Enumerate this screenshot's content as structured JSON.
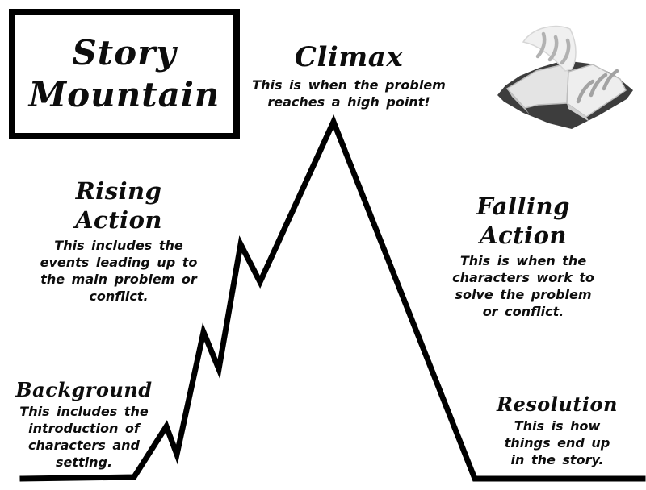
{
  "title": {
    "line1": "Story",
    "line2": "Mountain"
  },
  "sections": {
    "climax": {
      "heading": "Climax",
      "lines": [
        "This is when the problem",
        "reaches a high point!"
      ]
    },
    "rising_action": {
      "heading_line1": "Rising",
      "heading_line2": "Action",
      "lines": [
        "This includes the",
        "events leading up to",
        "the main problem or",
        "conflict."
      ]
    },
    "background": {
      "heading": "Background",
      "lines": [
        "This includes the",
        "introduction of",
        "characters and",
        "setting."
      ]
    },
    "falling_action": {
      "heading_line1": "Falling",
      "heading_line2": "Action",
      "lines": [
        "This is when the",
        "characters work to",
        "solve the problem",
        "or conflict."
      ]
    },
    "resolution": {
      "heading": "Resolution",
      "lines": [
        "This is how",
        "things end up",
        "in the story."
      ]
    }
  },
  "icons": {
    "book": "open-book-icon"
  },
  "colors": {
    "background": "#ffffff",
    "line": "#000000",
    "text": "#0d0d0d",
    "book_cover": "#3d3d3d",
    "book_page_light": "#efefef",
    "book_page_mid": "#e4e4e4",
    "book_page_shadow": "#cccccc",
    "book_marks": "#a3a3a3"
  }
}
